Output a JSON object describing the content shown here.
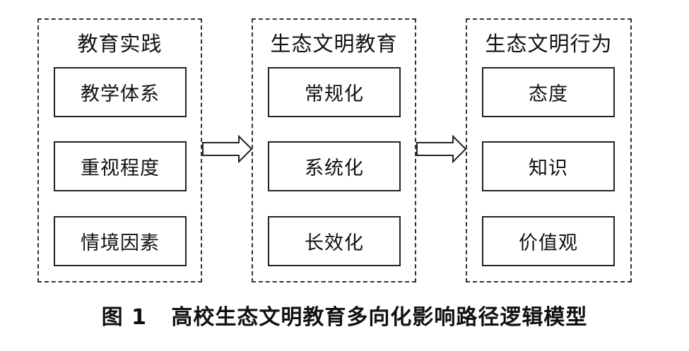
{
  "columns": [
    {
      "title": "教育实践",
      "items": [
        "教学体系",
        "重视程度",
        "情境因素"
      ]
    },
    {
      "title": "生态文明教育",
      "items": [
        "常规化",
        "系统化",
        "长效化"
      ]
    },
    {
      "title": "生态文明行为",
      "items": [
        "态度",
        "知识",
        "价值观"
      ]
    }
  ],
  "caption": {
    "label": "图 1",
    "text": "高校生态文明教育多向化影响路径逻辑模型"
  }
}
